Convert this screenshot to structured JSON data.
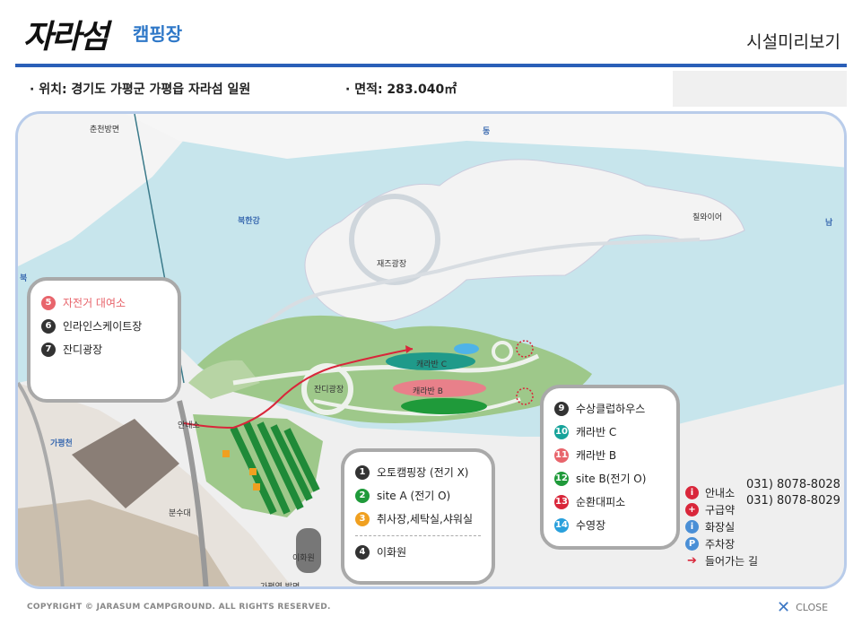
{
  "header": {
    "brand_logo": "자라섬",
    "brand_sub": "캠핑장",
    "page_title": "시설미리보기"
  },
  "info": {
    "location": "· 위치: 경기도 가평군 가평읍 자라섬 일원",
    "area": "· 면적: 283.040㎡"
  },
  "map_labels": {
    "north_top": "동",
    "south_right": "남",
    "west_left": "북",
    "chuncheon": "춘천방면",
    "bukhangang": "북한강",
    "jazz_plaza": "재즈광장",
    "chilgwa": "칠와이어",
    "gapyeongcheon": "가평천",
    "bunsudae": "분수대",
    "gapyeong_station": "가평역 방면",
    "info_office": "안내소",
    "grass_plaza_marker": "잔디광장",
    "caravan_c_marker": "캐라반 C",
    "caravan_b_marker": "캐라반 B",
    "toilet_marker": "이화원"
  },
  "callout_left": [
    {
      "num": "5",
      "label": "자전거 대여소",
      "color": "#e8656c",
      "text_color": "#e8656c"
    },
    {
      "num": "6",
      "label": "인라인스케이트장",
      "color": "#333333",
      "text_color": "#222222"
    },
    {
      "num": "7",
      "label": "잔디광장",
      "color": "#333333",
      "text_color": "#222222"
    }
  ],
  "callout_bottom": [
    {
      "num": "1",
      "label": "오토캠핑장 (전기 X)",
      "color": "#333333"
    },
    {
      "num": "2",
      "label": "site A (전기 O)",
      "color": "#1f9a3a"
    },
    {
      "num": "3",
      "label": "취사장,세탁실,샤워실",
      "color": "#f0a020"
    },
    {
      "num": "4",
      "label": "이화원",
      "color": "#333333"
    }
  ],
  "callout_right": [
    {
      "num": "9",
      "label": "수상클럽하우스",
      "color": "#333333"
    },
    {
      "num": "10",
      "label": "캐라반 C",
      "color": "#16a39a"
    },
    {
      "num": "11",
      "label": "캐라반 B",
      "color": "#e8656c"
    },
    {
      "num": "12",
      "label": "site B(전기 O)",
      "color": "#1f9a3a"
    },
    {
      "num": "13",
      "label": "순환대피소",
      "color": "#d9263a"
    },
    {
      "num": "14",
      "label": "수영장",
      "color": "#2aa0dc"
    }
  ],
  "legend": [
    {
      "icon": "info-icon",
      "glyph": "i",
      "label": "안내소",
      "color": "#d9263a"
    },
    {
      "icon": "first-aid-icon",
      "glyph": "+",
      "label": "구급약",
      "color": "#d9263a"
    },
    {
      "icon": "restroom-icon",
      "glyph": "i",
      "label": "화장실",
      "color": "#4a8fd6"
    },
    {
      "icon": "parking-icon",
      "glyph": "P",
      "label": "주차장",
      "color": "#4a8fd6"
    },
    {
      "icon": "arrow-icon",
      "glyph": "➔",
      "label": "들어가는 길",
      "color": "#d9263a"
    }
  ],
  "phones": [
    "031) 8078-8028",
    "031) 8078-8029"
  ],
  "footer": {
    "copyright": "COPYRIGHT © JARASUM CAMPGROUND. ALL RIGHTS RESERVED.",
    "close_label": "CLOSE"
  }
}
